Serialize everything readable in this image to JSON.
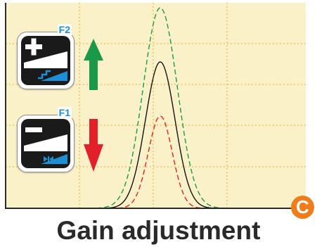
{
  "caption": "Gain adjustment",
  "corner_label": "C",
  "keys": {
    "increase": {
      "badge": "F2",
      "icon": "gain-increase-icon"
    },
    "decrease": {
      "badge": "F1",
      "icon": "gain-decrease-icon"
    }
  },
  "indicators": {
    "up": {
      "icon": "arrow-up-icon",
      "color": "#1a9a48"
    },
    "down": {
      "icon": "arrow-down-icon",
      "color": "#e3202a"
    }
  },
  "colors": {
    "screen_background": "#fbf1c9",
    "grid": "#e1b12c",
    "frame": "#2b2b2b",
    "key_symbol": "#ffffff",
    "key_accent": "#1c8fd6",
    "corner_marker": "#f07d1a"
  },
  "chart_data": {
    "type": "line",
    "grid": true,
    "series": [
      {
        "role": "current",
        "color": "#111111",
        "dashed": false,
        "relative_amplitude": 1.0
      },
      {
        "role": "increased",
        "color": "#1a9a48",
        "dashed": true,
        "relative_amplitude": 1.37
      },
      {
        "role": "decreased",
        "color": "#e3202a",
        "dashed": true,
        "relative_amplitude": 0.63
      }
    ]
  }
}
